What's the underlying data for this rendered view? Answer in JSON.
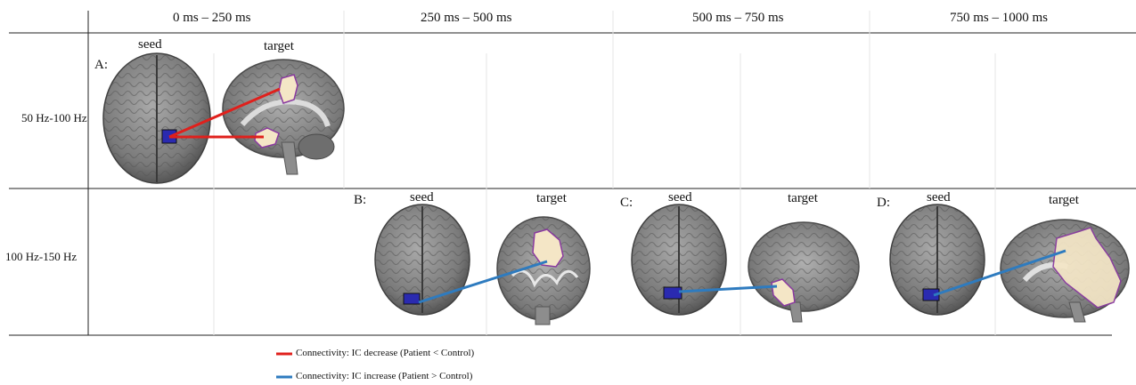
{
  "columns": [
    "0 ms – 250 ms",
    "250 ms – 500 ms",
    "500 ms – 750 ms",
    "750 ms – 1000 ms"
  ],
  "rows": [
    "50 Hz-100 Hz",
    "100 Hz-150 Hz"
  ],
  "panels": [
    {
      "label": "A:",
      "seed": "seed",
      "target": "target",
      "connection": "decrease",
      "target_view": "sagittal"
    },
    {
      "label": "B:",
      "seed": "seed",
      "target": "target",
      "connection": "increase",
      "target_view": "posterior"
    },
    {
      "label": "C:",
      "seed": "seed",
      "target": "target",
      "connection": "increase",
      "target_view": "lateral"
    },
    {
      "label": "D:",
      "seed": "seed",
      "target": "target",
      "connection": "increase",
      "target_view": "sagittal"
    }
  ],
  "legend": {
    "decrease": "Connectivity: IC decrease (Patient < Control)",
    "increase": "Connectivity: IC increase (Patient > Control)"
  },
  "colors": {
    "decrease": "#e0201c",
    "increase": "#2e7bbf",
    "seed_roi": "#2a2ab0",
    "target_roi": "#f4e6c6",
    "target_outline": "#8a3aa0",
    "brain": "#7d7d7d"
  }
}
